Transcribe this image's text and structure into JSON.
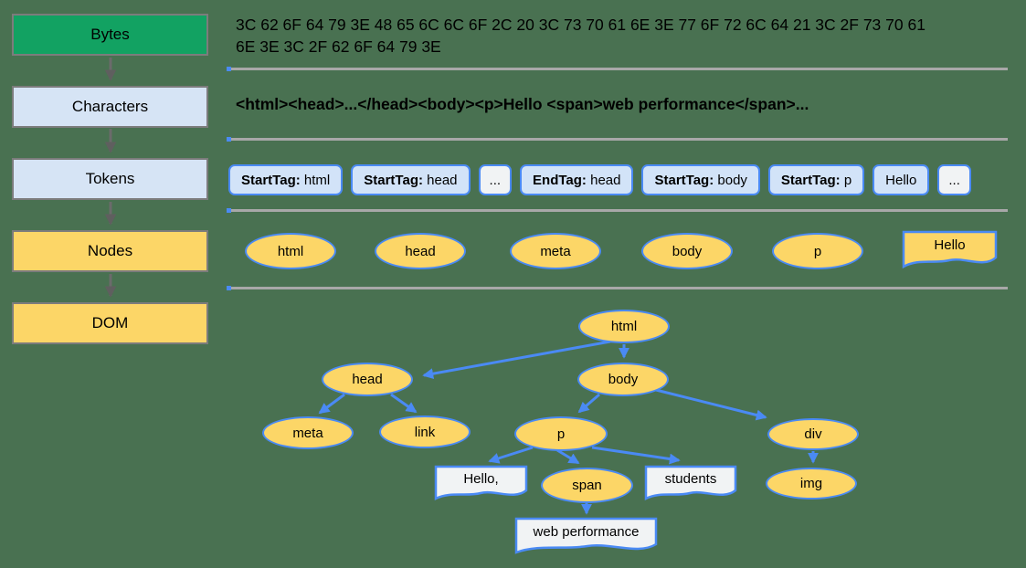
{
  "title": "Browser rendering pipeline: bytes to DOM",
  "colors": {
    "background": "#497151",
    "stage_green": "#12a262",
    "stage_light_blue": "#d6e4f5",
    "stage_yellow": "#fcd667",
    "node_border_blue": "#4a8af4",
    "token_fill": "#d2e3f8",
    "text_node_fill": "#f1f3f4",
    "divider_gray": "#a8a8a8",
    "arrow_gray": "#6b6b6b",
    "text": "#000000"
  },
  "pipeline": {
    "stages": [
      {
        "label": "Bytes"
      },
      {
        "label": "Characters"
      },
      {
        "label": "Tokens"
      },
      {
        "label": "Nodes"
      },
      {
        "label": "DOM"
      }
    ]
  },
  "bytes": {
    "line1": "3C 62 6F 64 79 3E 48 65 6C 6C 6F 2C 20 3C 73 70 61 6E 3E 77 6F 72 6C 64 21 3C 2F 73 70 61",
    "line2": "6E 3E 3C 2F 62 6F 64 79 3E"
  },
  "characters": {
    "text": "<html><head>...</head><body><p>Hello <span>web performance</span>..."
  },
  "tokens": {
    "items": [
      {
        "bold": "StartTag:",
        "rest": " html"
      },
      {
        "bold": "StartTag:",
        "rest": " head"
      },
      {
        "bold": "",
        "rest": "..."
      },
      {
        "bold": "EndTag:",
        "rest": " head"
      },
      {
        "bold": "StartTag:",
        "rest": " body"
      },
      {
        "bold": "StartTag:",
        "rest": " p"
      },
      {
        "bold": "",
        "rest": "Hello"
      },
      {
        "bold": "",
        "rest": "..."
      }
    ]
  },
  "nodes_row": {
    "ellipses": [
      "html",
      "head",
      "meta",
      "body",
      "p"
    ],
    "text_node": "Hello"
  },
  "dom_tree": {
    "elements": {
      "html": "html",
      "head": "head",
      "body": "body",
      "meta": "meta",
      "link": "link",
      "p": "p",
      "div": "div",
      "span": "span",
      "img": "img"
    },
    "text_nodes": {
      "hello": "Hello,",
      "students": "students",
      "web_performance": "web performance"
    }
  }
}
